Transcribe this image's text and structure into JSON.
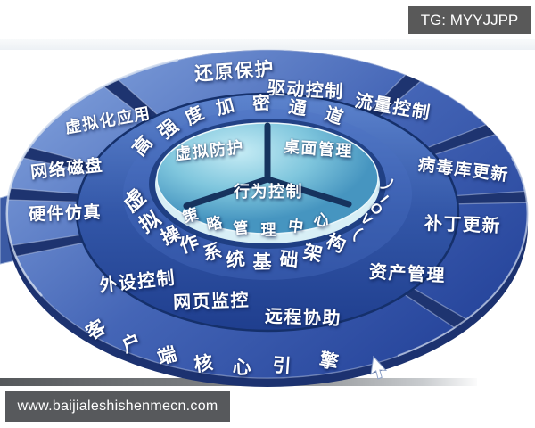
{
  "watermarks": {
    "top_badge": "TG: MYYJJPP",
    "bottom_badge": "www.baijialeshishenmecn.com"
  },
  "diagram": {
    "center": {
      "segments": [
        "虚拟防护",
        "桌面管理",
        "行为控制"
      ]
    },
    "arcs": {
      "encryption_channel": "高强度加密通道",
      "policy_center": "策略管理中心",
      "os_infrastructure": "虚拟操作系统基础架构（VOI）",
      "client_engine": "客户端核心引擎"
    },
    "outer_labels": [
      "还原保护",
      "驱动控制",
      "流量控制",
      "病毒库更新",
      "补丁更新",
      "资产管理",
      "远程协助",
      "网页监控",
      "外设控制",
      "硬件仿真",
      "网络磁盘",
      "虚拟化应用"
    ]
  },
  "colors": {
    "ring_blue": "#3f60b2",
    "ring_light": "#7e9eda",
    "ring_dark": "#1e3470",
    "pie_light": "#c6ecf5",
    "pie_mid": "#7fc6dd",
    "pie_deep": "#4695c0",
    "divider_navy": "#16335e",
    "badge_gray": "#595959",
    "text": "#ffffff"
  }
}
